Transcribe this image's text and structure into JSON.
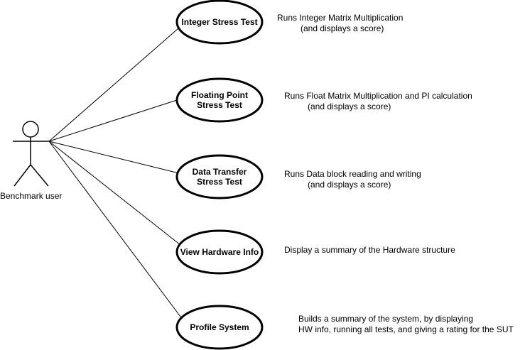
{
  "actor": {
    "label": "Benchmark user"
  },
  "use_cases": [
    {
      "id": "integer",
      "line1": "Integer Stress Test",
      "line2": "",
      "desc_line1": "Runs Integer Matrix Multiplication",
      "desc_line2": "(and displays a score)"
    },
    {
      "id": "float",
      "line1": "Floating Point",
      "line2": "Stress Test",
      "desc_line1": "Runs Float Matrix Multiplication and PI calculation",
      "desc_line2": "(and displays a score)"
    },
    {
      "id": "data",
      "line1": "Data Transfer",
      "line2": "Stress Test",
      "desc_line1": "Runs Data block reading and writing",
      "desc_line2": "(and displays a score)"
    },
    {
      "id": "hardware",
      "line1": "View Hardware Info",
      "line2": "",
      "desc_line1": "Display a summary of the Hardware structure",
      "desc_line2": ""
    },
    {
      "id": "profile",
      "line1": "Profile System",
      "line2": "",
      "desc_line1": "Builds a summary of the system, by displaying",
      "desc_line2": "HW info, running all tests, and giving a rating for the SUT"
    }
  ]
}
